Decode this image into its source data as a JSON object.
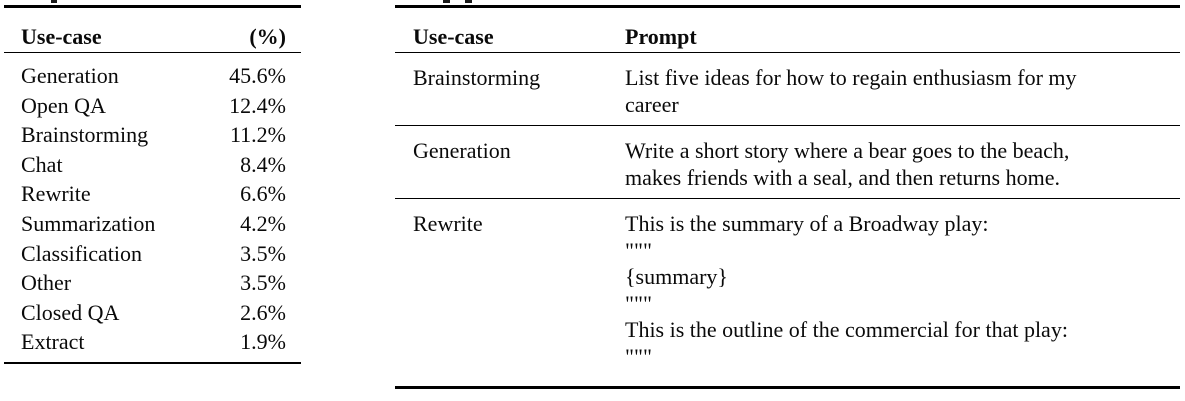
{
  "left_table": {
    "headers": {
      "use_case": "Use-case",
      "percent": "(%)"
    },
    "rows": [
      {
        "label": "Generation",
        "value": "45.6%"
      },
      {
        "label": "Open QA",
        "value": "12.4%"
      },
      {
        "label": "Brainstorming",
        "value": "11.2%"
      },
      {
        "label": "Chat",
        "value": "8.4%"
      },
      {
        "label": "Rewrite",
        "value": "6.6%"
      },
      {
        "label": "Summarization",
        "value": "4.2%"
      },
      {
        "label": "Classification",
        "value": "3.5%"
      },
      {
        "label": "Other",
        "value": "3.5%"
      },
      {
        "label": "Closed QA",
        "value": "2.6%"
      },
      {
        "label": "Extract",
        "value": "1.9%"
      }
    ]
  },
  "right_table": {
    "headers": {
      "use_case": "Use-case",
      "prompt": "Prompt"
    },
    "rows": [
      {
        "use_case": "Brainstorming",
        "prompt_lines": [
          "List five ideas for how to regain enthusiasm for my",
          "career"
        ]
      },
      {
        "use_case": "Generation",
        "prompt_lines": [
          "Write a short story where a bear goes to the beach,",
          "makes friends with a seal, and then returns home."
        ]
      },
      {
        "use_case": "Rewrite",
        "prompt_lines": [
          "This is the summary of a Broadway play:",
          "\"\"\"",
          "{summary}",
          "\"\"\"",
          "This is the outline of the commercial for that play:",
          "\"\"\""
        ]
      }
    ]
  }
}
